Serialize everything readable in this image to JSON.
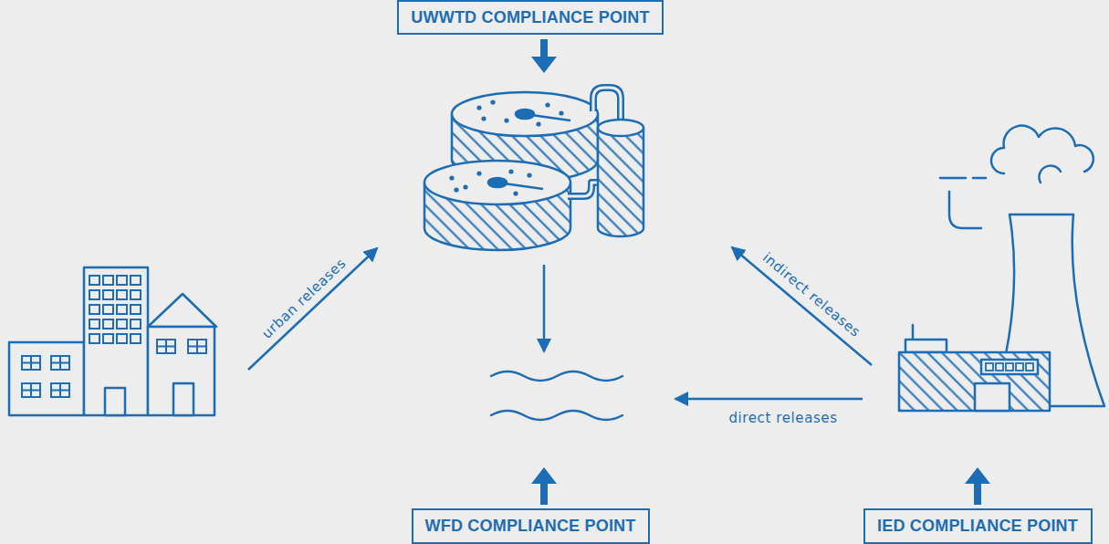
{
  "diagram": {
    "nodes": [
      {
        "text": [
          "UWWTD COMPLIANCE POINT"
        ]
      },
      {
        "text": [
          "WFD COMPLIANCE POINT"
        ]
      },
      {
        "text": [
          "IED COMPLIANCE POINT"
        ]
      }
    ],
    "labels": [
      "urban releases",
      "indirect releases",
      "direct releases"
    ]
  }
}
